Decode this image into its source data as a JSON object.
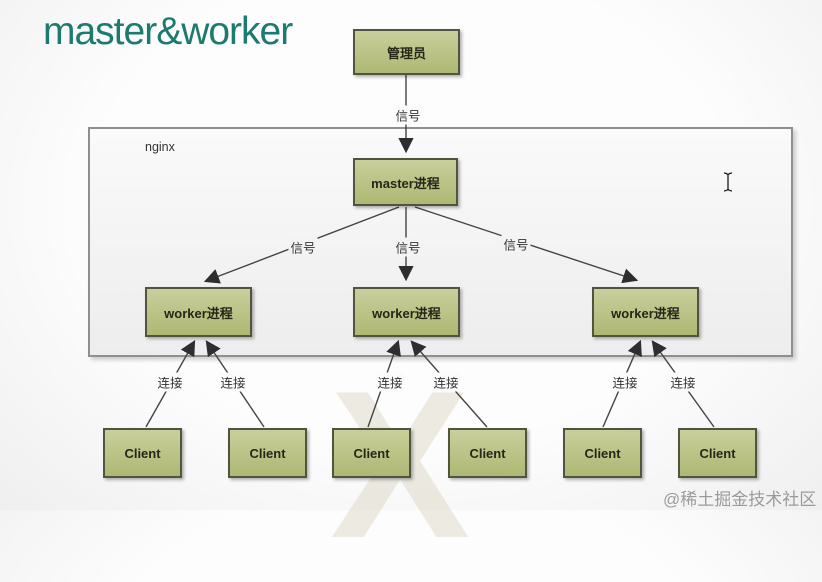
{
  "title": "master&worker",
  "diagram": {
    "container": {
      "label": "nginx"
    },
    "nodes": {
      "admin": "管理员",
      "master": "master进程",
      "workers": [
        "worker进程",
        "worker进程",
        "worker进程"
      ],
      "clients": [
        "Client",
        "Client",
        "Client",
        "Client",
        "Client",
        "Client"
      ]
    },
    "edge_labels": {
      "admin_signal": "信号",
      "signals": [
        "信号",
        "信号",
        "信号"
      ],
      "connections": [
        "连接",
        "连接",
        "连接",
        "连接",
        "连接",
        "连接"
      ]
    }
  },
  "watermark": "@稀土掘金技术社区",
  "background_mark": "X",
  "colors": {
    "title-color": "#1c7a6f",
    "node-fill-top": "#c9cf9c",
    "node-fill-bottom": "#aeb873",
    "node-border": "#51543f",
    "line-color": "#444444",
    "watermark-color": "#9b9b9b"
  }
}
